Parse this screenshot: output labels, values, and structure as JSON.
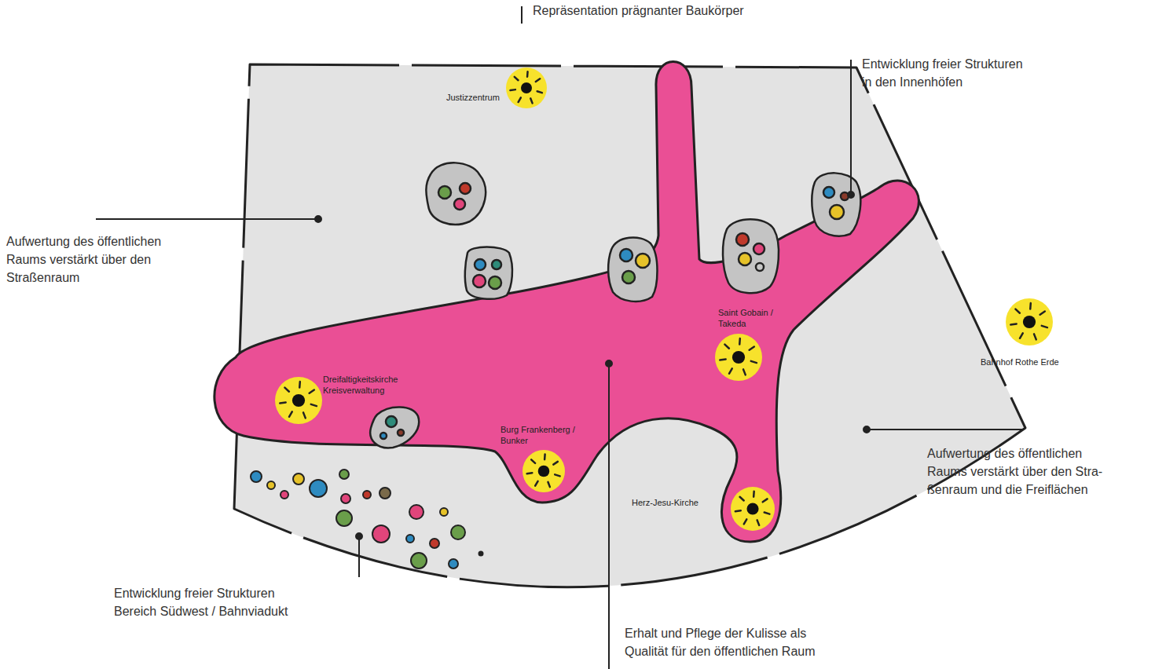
{
  "diagram": {
    "nodes": [
      {
        "text": [
          "Justizzentrum"
        ]
      },
      {
        "text": [
          "Bahnhof Rothe Erde"
        ]
      },
      {
        "text": [
          "Saint Gobain / Takeda"
        ]
      },
      {
        "text": [
          "Dreifaltigkeitskirche Kreisverwaltung"
        ]
      },
      {
        "text": [
          "Burg Frankenberg / Bunker"
        ]
      },
      {
        "text": [
          "Herz-Jesu-Kirche"
        ]
      }
    ],
    "labels": [
      "Repräsentation prägnanter Baukörper",
      "Entwicklung freier Strukturen in den Innenhöfen",
      "Aufwertung des öffentlichen Raums verstärkt über den Straßenraum",
      "Aufwertung des öffentlichen Raums verstärkt über den Stra- ßenraum und die Freiflächen",
      "Entwicklung freier Strukturen Bereich Südwest / Bahnviadukt",
      "Erhalt und Pflege der Kulisse als Qualität für den öffentlichen Raum"
    ]
  }
}
